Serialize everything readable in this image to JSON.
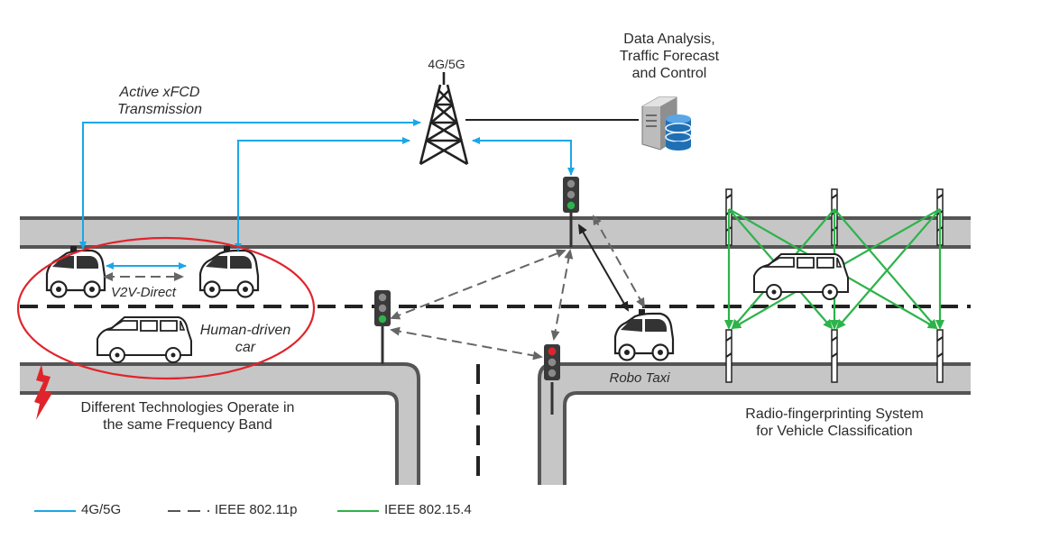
{
  "labels": {
    "tower": "4G/5G",
    "data_analysis": [
      "Data Analysis,",
      "Traffic Forecast",
      "and Control"
    ],
    "active_xfcd": [
      "Active xFCD",
      "Transmission"
    ],
    "v2v_direct": "V2V-Direct",
    "human_driven": [
      "Human-driven",
      "car"
    ],
    "robo_taxi": "Robo Taxi",
    "frequency_note": [
      "Different Technologies Operate in",
      "the same Frequency Band"
    ],
    "radio_fp": [
      "Radio-fingerprinting System",
      "for Vehicle Classification"
    ]
  },
  "legend": [
    {
      "label": "4G/5G",
      "color": "#1aa7e8",
      "style": "solid"
    },
    {
      "label": "IEEE 802.11p",
      "color": "#555555",
      "style": "dashed"
    },
    {
      "label": "IEEE 802.15.4",
      "color": "#2db34a",
      "style": "solid"
    }
  ],
  "colors": {
    "cellular": "#1aa7e8",
    "v2x": "#666666",
    "zigbee": "#2db34a",
    "highlight": "#e0242b",
    "road": "#c6c6c6",
    "road_edge": "#555555"
  }
}
